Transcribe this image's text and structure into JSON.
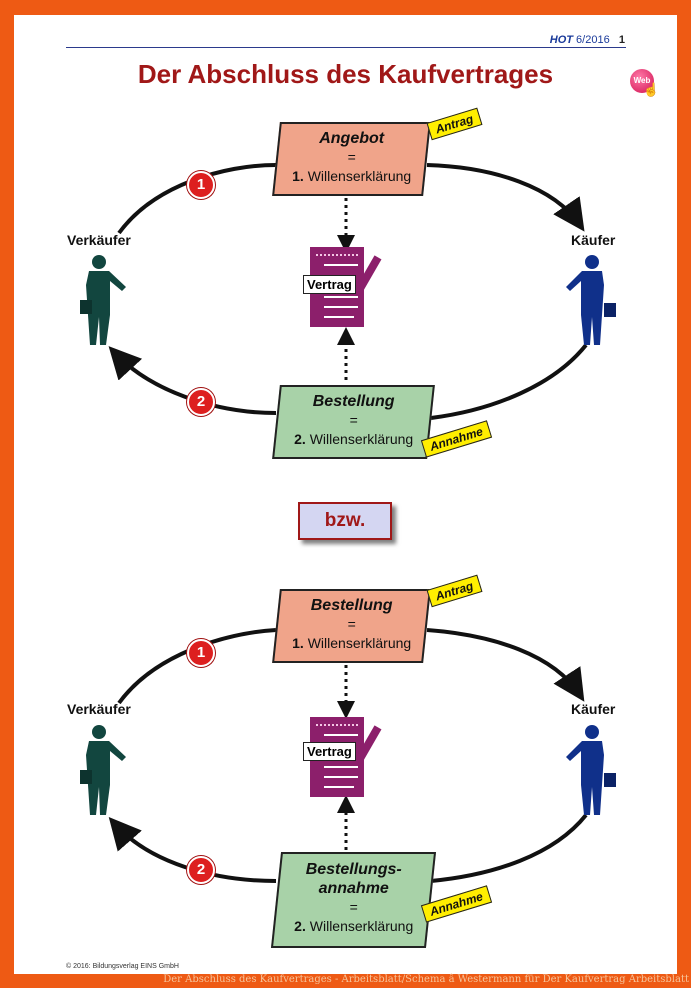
{
  "header": {
    "brand": "HOT",
    "issue": "6/2016",
    "page": "1"
  },
  "title": "Der Abschluss des Kaufvertrages",
  "web_badge": "Web",
  "separator": "bzw.",
  "diagrams": [
    {
      "seller": "Verkäufer",
      "buyer": "Käufer",
      "contract": "Vertrag",
      "top_box": {
        "head": "Angebot",
        "eq": "=",
        "num": "1.",
        "text": "Willenserklärung",
        "tag": "Antrag"
      },
      "bottom_box": {
        "head": "Bestellung",
        "head2": "",
        "eq": "=",
        "num": "2.",
        "text": "Willenserklärung",
        "tag": "Annahme"
      },
      "step1": "1",
      "step2": "2"
    },
    {
      "seller": "Verkäufer",
      "buyer": "Käufer",
      "contract": "Vertrag",
      "top_box": {
        "head": "Bestellung",
        "eq": "=",
        "num": "1.",
        "text": "Willenserklärung",
        "tag": "Antrag"
      },
      "bottom_box": {
        "head": "Bestellungs-",
        "head2": "annahme",
        "eq": "=",
        "num": "2.",
        "text": "Willenserklärung",
        "tag": "Annahme"
      },
      "step1": "1",
      "step2": "2"
    }
  ],
  "copyright": "© 2016: Bildungsverlag EINS GmbH",
  "caption": "Der Abschluss des Kaufvertrages - Arbeitsblatt/Schema â Westermann für Der Kaufvertrag Arbeitsblatt",
  "colors": {
    "background": "#ee5a14",
    "title": "#a01818",
    "orange_box": "#f0a48a",
    "green_box": "#a8d2a8",
    "tag": "#ffee00",
    "badge": "#dd1f1f",
    "seller_figure": "#12463f",
    "buyer_figure": "#10308a",
    "contract_doc": "#8c1f6b"
  }
}
